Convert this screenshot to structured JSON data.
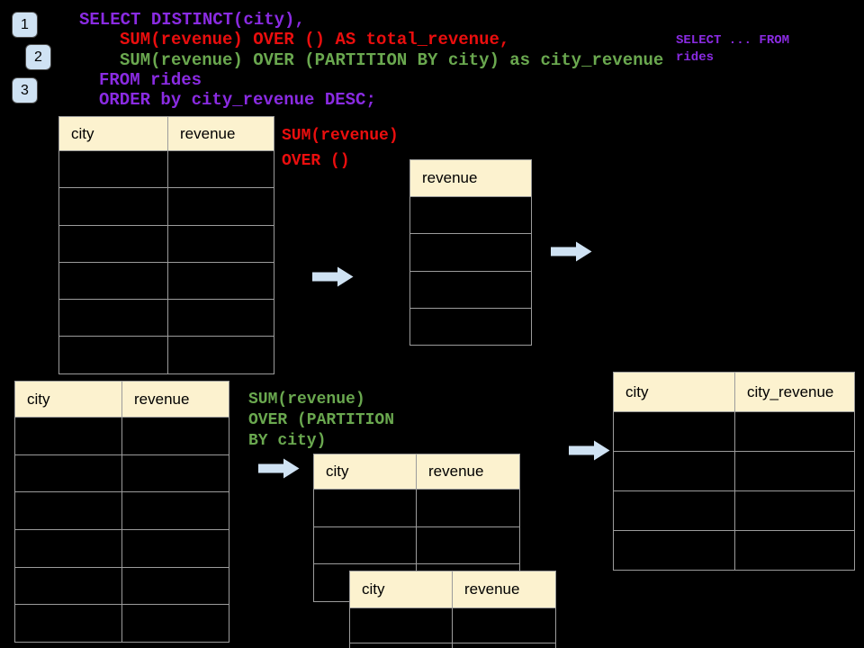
{
  "colors": {
    "background": "#000000",
    "sql_purple": "#8A2BE2",
    "sql_red": "#EA0E0E",
    "sql_green": "#6AA84F",
    "table_header_bg": "#FCF2CF",
    "table_border": "#9c9c9c",
    "arrow_fill": "#CFE2F3",
    "badge_fill": "#CFE2F3"
  },
  "badges": [
    "1",
    "2",
    "3"
  ],
  "sql_lines": [
    "SELECT DISTINCT(city),",
    "SUM(revenue) OVER () AS total_revenue,",
    "SUM(revenue) OVER (PARTITION BY city) as city_revenue",
    "FROM rides",
    "ORDER by city_revenue DESC;"
  ],
  "snippet": "SELECT ... FROM\nrides",
  "labels": {
    "total_window": "SUM(revenue)\nOVER ()",
    "partition_window": "SUM(revenue)\nOVER (PARTITION\nBY city)"
  },
  "tables": {
    "t1": {
      "headers": [
        "city",
        "revenue"
      ],
      "row_count": 6
    },
    "t2": {
      "headers": [
        "revenue"
      ],
      "row_count": 4
    },
    "t3": {
      "headers": [
        "city",
        "revenue"
      ],
      "row_count": 6
    },
    "t4": {
      "headers": [
        "city",
        "revenue"
      ],
      "row_count": 3
    },
    "t5": {
      "headers": [
        "city",
        "revenue"
      ],
      "row_count": 2
    },
    "t6": {
      "headers": [
        "city",
        "city_revenue"
      ],
      "row_count": 4
    }
  }
}
